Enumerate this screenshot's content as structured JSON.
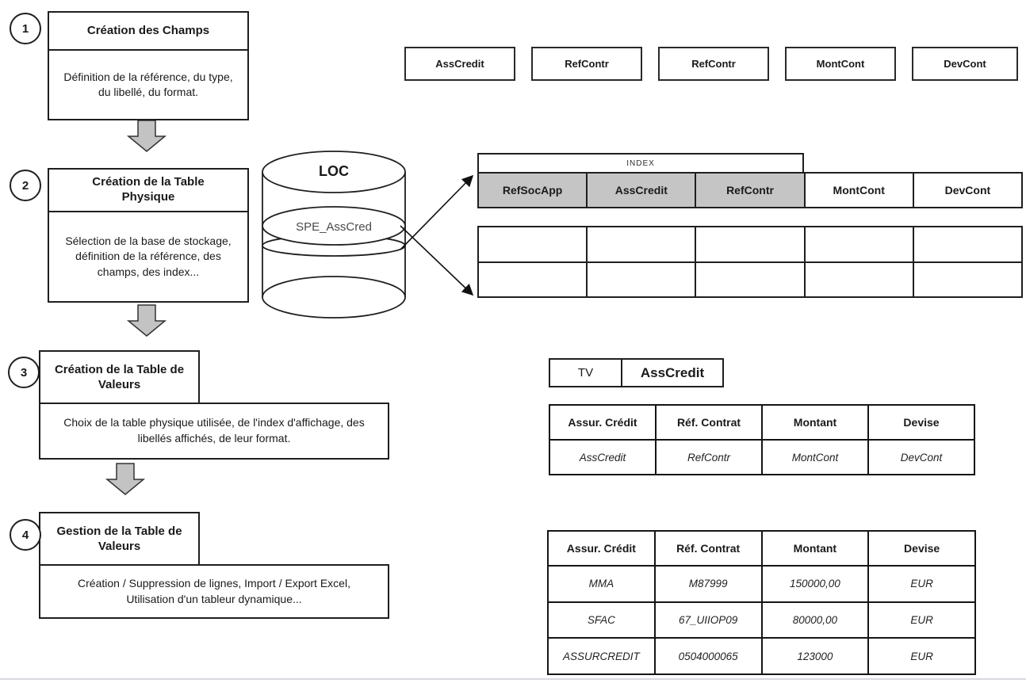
{
  "steps": [
    {
      "number": "1",
      "title": "Création des Champs",
      "description": "Définition de la référence, du type, du libellé, du format."
    },
    {
      "number": "2",
      "title": "Création de la Table Physique",
      "description": "Sélection de la base de stockage, définition de la référence, des champs, des index..."
    },
    {
      "number": "3",
      "title": "Création de la Table de Valeurs",
      "description": "Choix de la table physique utilisée, de l'index d'affichage, des libellés affichés, de leur format."
    },
    {
      "number": "4",
      "title": "Gestion de la Table de Valeurs",
      "description": "Création / Suppression de lignes, Import / Export Excel, Utilisation d'un tableur dynamique..."
    }
  ],
  "field_boxes": [
    "AssCredit",
    "RefContr",
    "RefContr",
    "MontCont",
    "DevCont"
  ],
  "database": {
    "name": "LOC",
    "layer_label": "SPE_AssCred"
  },
  "index_table": {
    "title": "INDEX",
    "columns": [
      "RefSocApp",
      "AssCredit",
      "RefContr",
      "MontCont",
      "DevCont"
    ],
    "highlighted_columns": [
      "RefSocApp",
      "AssCredit",
      "RefContr"
    ],
    "empty_row_count": 2
  },
  "tv_box": {
    "type_label": "TV",
    "table_name": "AssCredit"
  },
  "definition_table": {
    "headers": [
      "Assur. Crédit",
      "Réf. Contrat",
      "Montant",
      "Devise"
    ],
    "rows": [
      [
        "AssCredit",
        "RefContr",
        "MontCont",
        "DevCont"
      ]
    ]
  },
  "data_table": {
    "headers": [
      "Assur. Crédit",
      "Réf. Contrat",
      "Montant",
      "Devise"
    ],
    "rows": [
      [
        "MMA",
        "M87999",
        "150000,00",
        "EUR"
      ],
      [
        "SFAC",
        "67_UIIOP09",
        "80000,00",
        "EUR"
      ],
      [
        "ASSURCREDIT",
        "0504000065",
        "123000",
        "EUR"
      ]
    ]
  },
  "colors": {
    "highlight_gray": "#c5c5c5",
    "arrow_gray": "#c3c3c3",
    "border_black": "#1f1f1f",
    "bottom_rule_gray": "#d7d9de"
  }
}
